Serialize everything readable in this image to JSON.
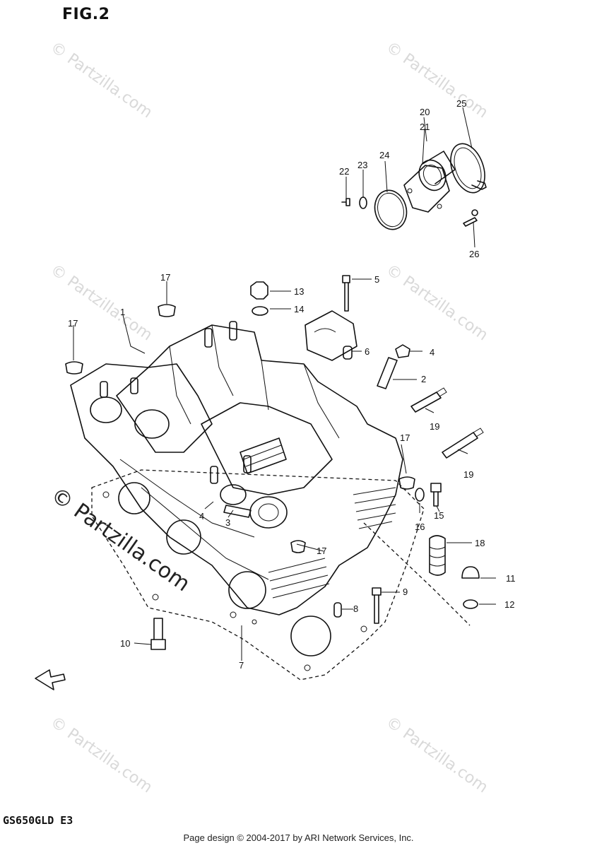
{
  "figure_title": "FIG.2",
  "model_code": "GS650GLD E3",
  "footer_text": "Page design © 2004-2017 by ARI Network Services, Inc.",
  "watermark_text": "© Partzilla.com",
  "callouts": {
    "c1": "1",
    "c2": "2",
    "c3": "3",
    "c4a": "4",
    "c4b": "4",
    "c5": "5",
    "c6": "6",
    "c7": "7",
    "c8": "8",
    "c9": "9",
    "c10": "10",
    "c11": "11",
    "c12": "12",
    "c13": "13",
    "c14": "14",
    "c15": "15",
    "c16": "16",
    "c17a": "17",
    "c17b": "17",
    "c17c": "17",
    "c17d": "17",
    "c18": "18",
    "c19a": "19",
    "c19b": "19",
    "c20": "20",
    "c21": "21",
    "c22": "22",
    "c23": "23",
    "c24": "24",
    "c25": "25",
    "c26": "26"
  }
}
